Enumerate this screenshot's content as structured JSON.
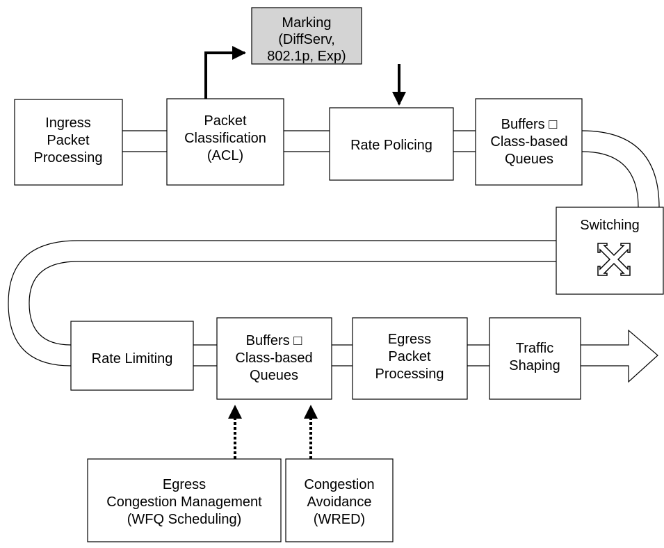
{
  "boxes": {
    "ingress": [
      "Ingress",
      "Packet",
      "Processing"
    ],
    "classification": [
      "Packet",
      "Classification",
      "(ACL)"
    ],
    "marking": [
      "Marking",
      "(DiffServ,",
      "802.1p, Exp)"
    ],
    "policing": [
      "Rate Policing"
    ],
    "buffers_top": [
      "Buffers □",
      "Class-based",
      "Queues"
    ],
    "switching": [
      "Switching"
    ],
    "limiting": [
      "Rate Limiting"
    ],
    "buffers_bottom": [
      "Buffers □",
      "Class-based",
      "Queues"
    ],
    "egress": [
      "Egress",
      "Packet",
      "Processing"
    ],
    "shaping": [
      "Traffic",
      "Shaping"
    ],
    "congestion_mgmt": [
      "Egress",
      "Congestion Management",
      "(WFQ Scheduling)"
    ],
    "congestion_avoid": [
      "Congestion",
      "Avoidance",
      "(WRED)"
    ]
  },
  "colors": {
    "marking_fill": "#d4d4d4",
    "box_fill": "#ffffff",
    "stroke": "#000000"
  },
  "icons": {
    "switching": "four-way-arrows-icon"
  }
}
